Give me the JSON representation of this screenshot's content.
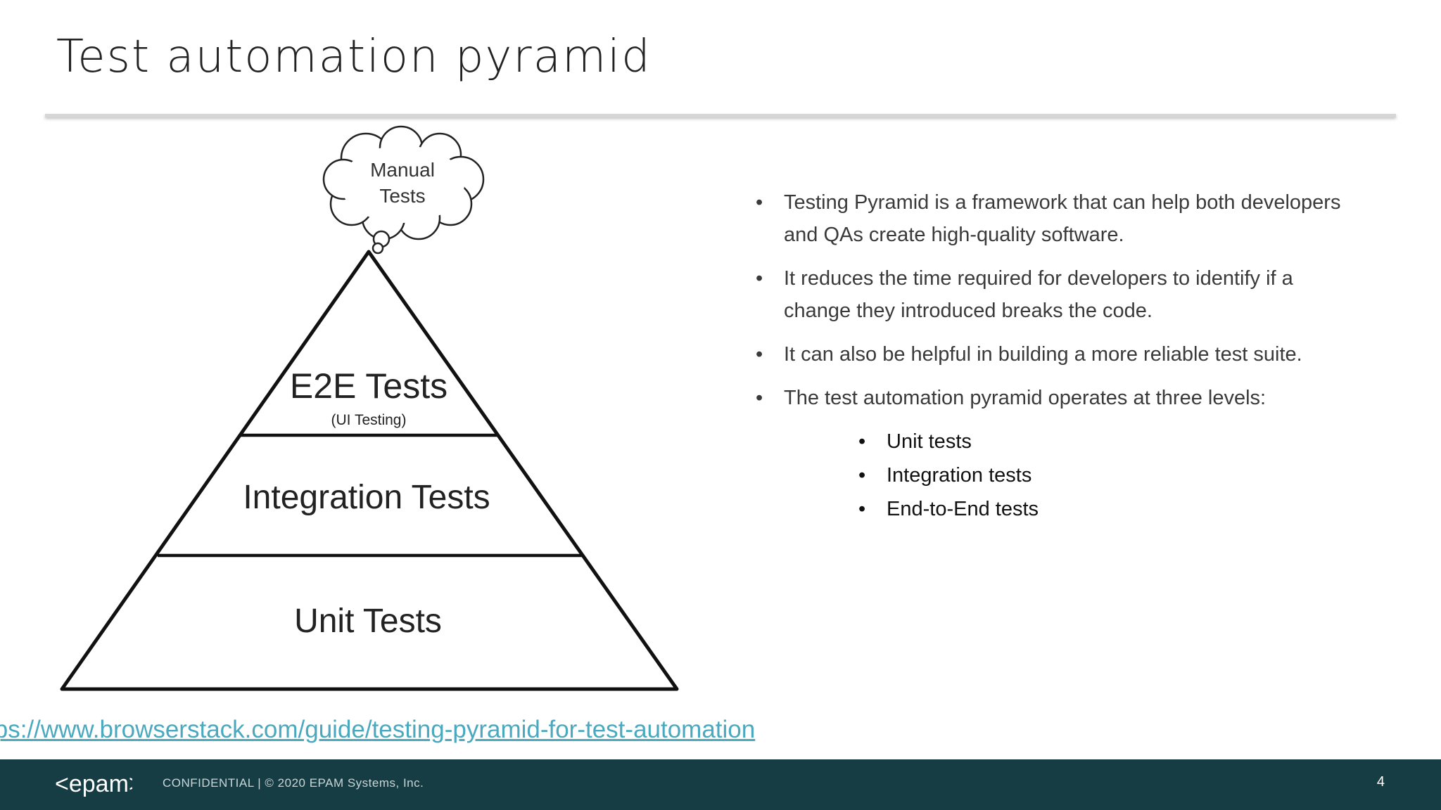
{
  "slide": {
    "title": "Test automation pyramid",
    "page_number": "4"
  },
  "pyramid": {
    "cloud_line1": "Manual",
    "cloud_line2": "Tests",
    "top_label": "E2E Tests",
    "top_sublabel": "(UI Testing)",
    "middle_label": "Integration Tests",
    "bottom_label": "Unit Tests"
  },
  "bullets": [
    "Testing Pyramid is a framework that can help both developers and QAs create high-quality software.",
    "It reduces the time required for developers to identify if a change they introduced breaks the code.",
    "It can also be helpful in building a more reliable test suite.",
    "The test automation pyramid operates at three levels:"
  ],
  "levels": [
    "Unit tests",
    "Integration tests",
    "End-to-End tests"
  ],
  "source_link": "tps://www.browserstack.com/guide/testing-pyramid-for-test-automation",
  "footer": {
    "logo_text": "<epam>",
    "confidential": "CONFIDENTIAL  |  © 2020 EPAM Systems, Inc."
  },
  "colors": {
    "footer_bg": "#173d44",
    "link": "#4aa9be"
  }
}
